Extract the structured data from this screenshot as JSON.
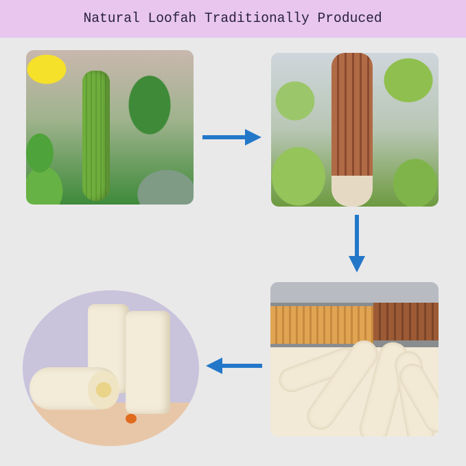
{
  "header": {
    "title": "Natural Loofah Traditionally Produced",
    "background_color": "#e8c6ee"
  },
  "steps": [
    {
      "index": 1,
      "image_label": "green-loofah-growing-on-vine"
    },
    {
      "index": 2,
      "image_label": "dried-brown-loofah-on-vine"
    },
    {
      "index": 3,
      "image_label": "peeled-loofahs-drying"
    },
    {
      "index": 4,
      "image_label": "finished-loofah-sponges"
    }
  ],
  "arrows": [
    {
      "direction": "right",
      "from": 1,
      "to": 2
    },
    {
      "direction": "down",
      "from": 2,
      "to": 3
    },
    {
      "direction": "left",
      "from": 3,
      "to": 4
    }
  ],
  "colors": {
    "arrow": "#2377c9",
    "page_background": "#e9e9e9"
  }
}
